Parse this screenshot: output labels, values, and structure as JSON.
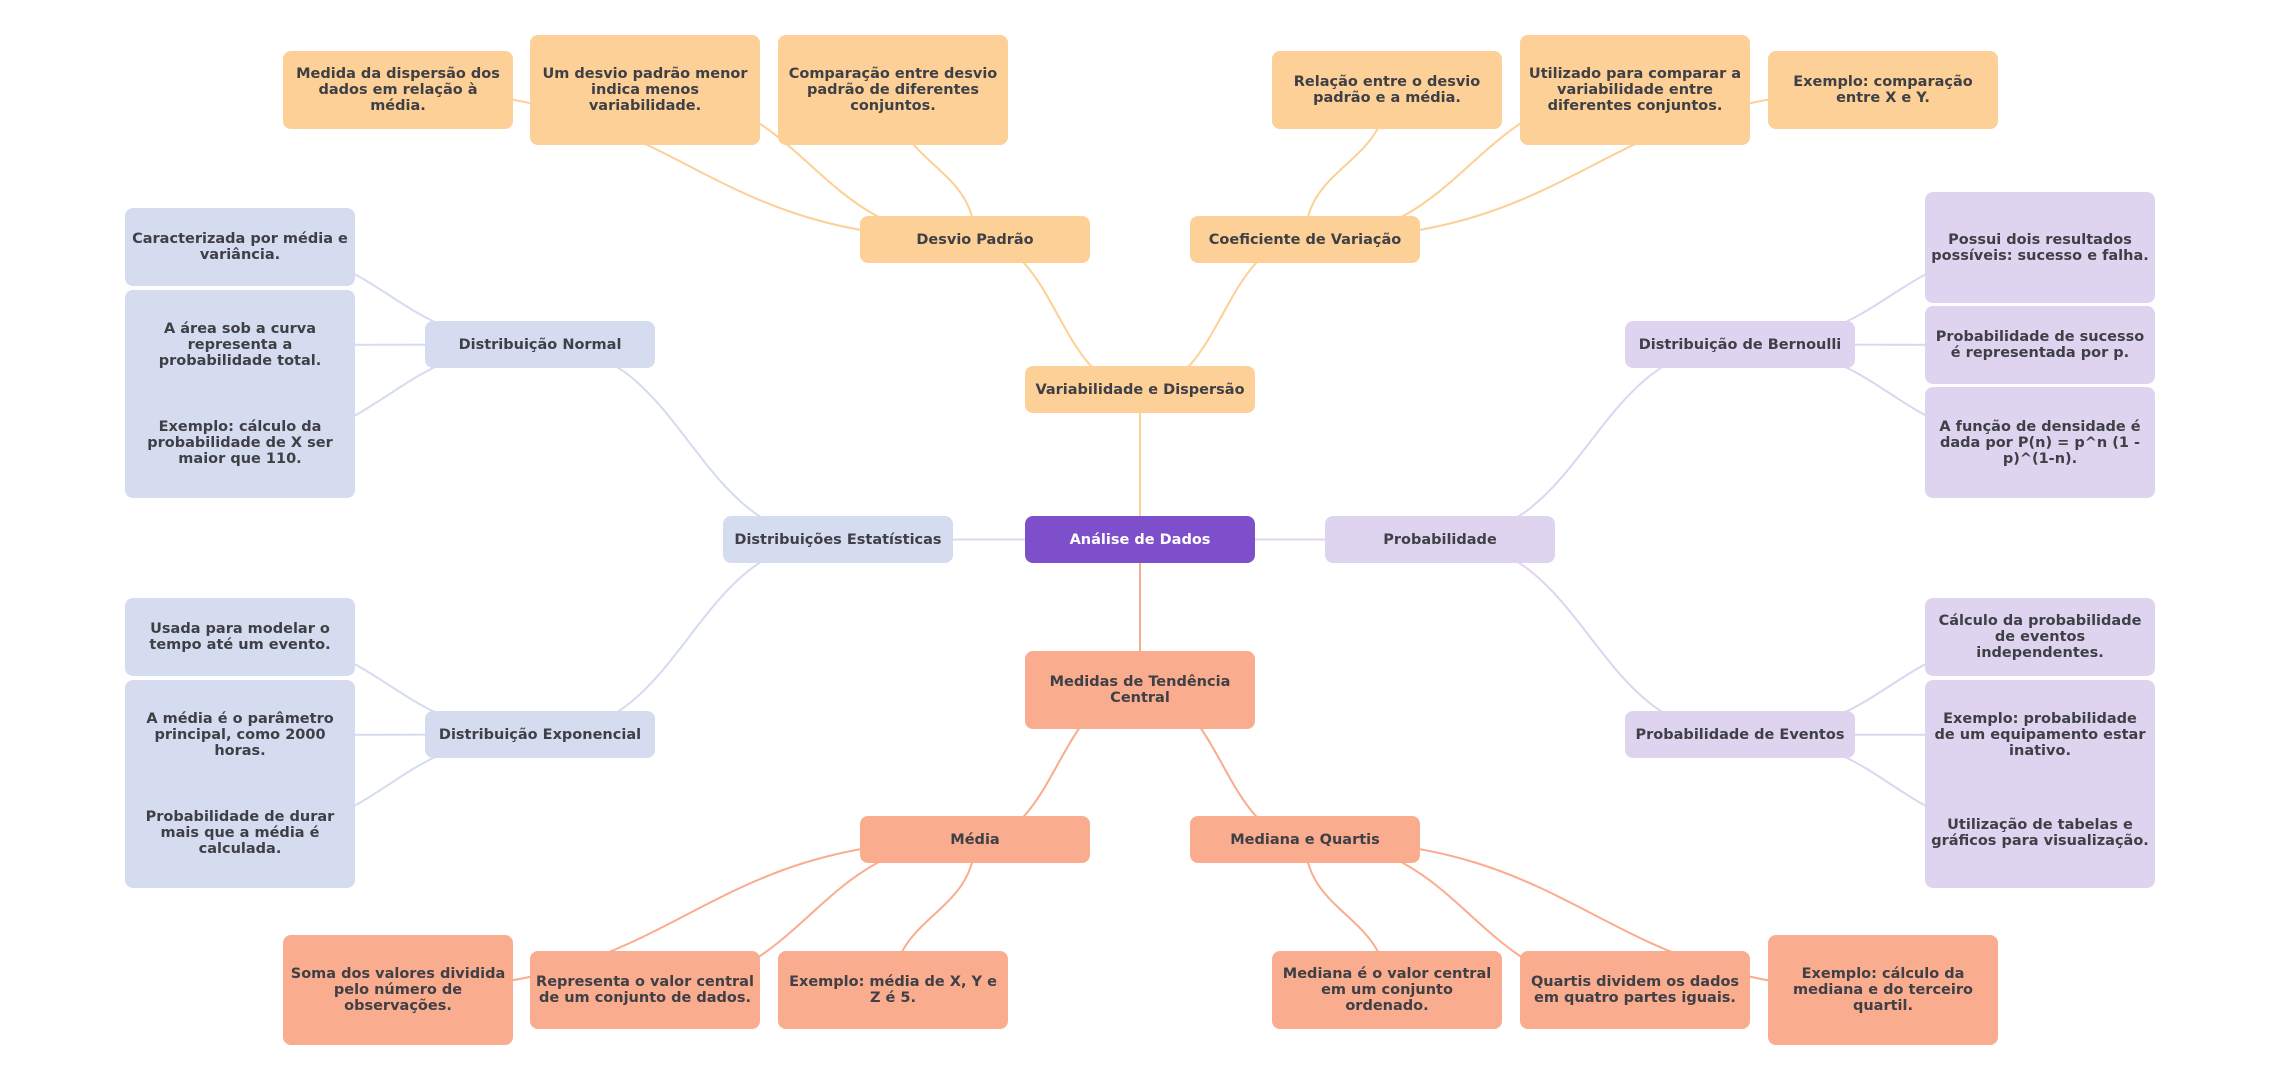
{
  "mindmap": {
    "root": {
      "id": "root",
      "label": "Análise de Dados",
      "color": "#7e4fcb"
    },
    "branch_colors": {
      "variabilidade": "#fcd096",
      "tendencia": "#f9ac8e",
      "distribuicoes": "#d5dcf0",
      "probabilidade": "#dfd4f0"
    },
    "nodes": {
      "var": {
        "label": "Variabilidade e Dispersão"
      },
      "desvio": {
        "label": "Desvio Padrão"
      },
      "desvio_1": {
        "label": "Medida da dispersão dos dados em relação à média."
      },
      "desvio_2": {
        "label": "Um desvio padrão menor indica menos variabilidade."
      },
      "desvio_3": {
        "label": "Comparação entre desvio padrão de diferentes conjuntos."
      },
      "coef": {
        "label": "Coeficiente de Variação"
      },
      "coef_1": {
        "label": "Relação entre o desvio padrão e a média."
      },
      "coef_2": {
        "label": "Utilizado para comparar a variabilidade entre diferentes conjuntos."
      },
      "coef_3": {
        "label": "Exemplo: comparação entre X e Y."
      },
      "med": {
        "label": "Medidas de Tendência Central"
      },
      "media": {
        "label": "Média"
      },
      "media_1": {
        "label": "Soma dos valores dividida pelo número de observações."
      },
      "media_2": {
        "label": "Representa o valor central de um conjunto de dados."
      },
      "media_3": {
        "label": "Exemplo: média de X, Y e Z é 5."
      },
      "mediana": {
        "label": "Mediana e Quartis"
      },
      "mediana_1": {
        "label": "Mediana é o valor central em um conjunto ordenado."
      },
      "mediana_2": {
        "label": "Quartis dividem os dados em quatro partes iguais."
      },
      "mediana_3": {
        "label": "Exemplo: cálculo da mediana e do terceiro quartil."
      },
      "dist": {
        "label": "Distribuições Estatísticas"
      },
      "normal": {
        "label": "Distribuição Normal"
      },
      "normal_1": {
        "label": "Caracterizada por média e variância."
      },
      "normal_2": {
        "label": "A área sob a curva representa a probabilidade total."
      },
      "normal_3": {
        "label": "Exemplo: cálculo da probabilidade de X ser maior que 110."
      },
      "expo": {
        "label": "Distribuição Exponencial"
      },
      "expo_1": {
        "label": "Usada para modelar o tempo até um evento."
      },
      "expo_2": {
        "label": "A média é o parâmetro principal, como 2000 horas."
      },
      "expo_3": {
        "label": "Probabilidade de durar mais que a média é calculada."
      },
      "prob": {
        "label": "Probabilidade"
      },
      "bern": {
        "label": "Distribuição de Bernoulli"
      },
      "bern_1": {
        "label": "Possui dois resultados possíveis: sucesso e falha."
      },
      "bern_2": {
        "label": "Probabilidade de sucesso é representada por p."
      },
      "bern_3": {
        "label": "A função de densidade é dada por P(n) = p^n (1 - p)^(1-n)."
      },
      "event": {
        "label": "Probabilidade de Eventos"
      },
      "event_1": {
        "label": "Cálculo da probabilidade de eventos independentes."
      },
      "event_2": {
        "label": "Exemplo: probabilidade de um equipamento estar inativo."
      },
      "event_3": {
        "label": "Utilização de tabelas e gráficos para visualização."
      }
    },
    "edges": [
      [
        "root",
        "var"
      ],
      [
        "root",
        "med"
      ],
      [
        "root",
        "dist"
      ],
      [
        "root",
        "prob"
      ],
      [
        "var",
        "desvio"
      ],
      [
        "var",
        "coef"
      ],
      [
        "desvio",
        "desvio_1"
      ],
      [
        "desvio",
        "desvio_2"
      ],
      [
        "desvio",
        "desvio_3"
      ],
      [
        "coef",
        "coef_1"
      ],
      [
        "coef",
        "coef_2"
      ],
      [
        "coef",
        "coef_3"
      ],
      [
        "med",
        "media"
      ],
      [
        "med",
        "mediana"
      ],
      [
        "media",
        "media_1"
      ],
      [
        "media",
        "media_2"
      ],
      [
        "media",
        "media_3"
      ],
      [
        "mediana",
        "mediana_1"
      ],
      [
        "mediana",
        "mediana_2"
      ],
      [
        "mediana",
        "mediana_3"
      ],
      [
        "dist",
        "normal"
      ],
      [
        "dist",
        "expo"
      ],
      [
        "normal",
        "normal_1"
      ],
      [
        "normal",
        "normal_2"
      ],
      [
        "normal",
        "normal_3"
      ],
      [
        "expo",
        "expo_1"
      ],
      [
        "expo",
        "expo_2"
      ],
      [
        "expo",
        "expo_3"
      ],
      [
        "prob",
        "bern"
      ],
      [
        "prob",
        "event"
      ],
      [
        "bern",
        "bern_1"
      ],
      [
        "bern",
        "bern_2"
      ],
      [
        "bern",
        "bern_3"
      ],
      [
        "event",
        "event_1"
      ],
      [
        "event",
        "event_2"
      ],
      [
        "event",
        "event_3"
      ]
    ]
  }
}
